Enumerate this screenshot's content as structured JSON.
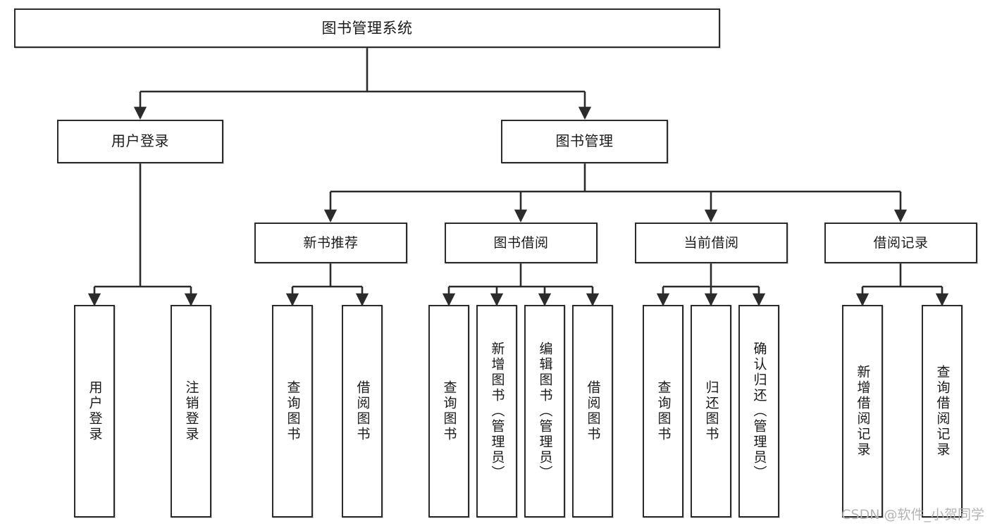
{
  "diagram": {
    "title": "图书管理系统",
    "type": "tree-hierarchy",
    "watermark": "CSDN @软件_小贺同学",
    "colors": {
      "box_border": "#2b2b2b",
      "box_fill": "#ffffff",
      "edge": "#2b2b2b",
      "text": "#1a1a1a",
      "watermark": "#b4b4b4"
    },
    "nodes": {
      "root": {
        "label": "图书管理系统"
      },
      "level1": [
        {
          "label": "用户登录"
        },
        {
          "label": "图书管理"
        }
      ],
      "level2": [
        {
          "label": "新书推荐"
        },
        {
          "label": "图书借阅"
        },
        {
          "label": "当前借阅"
        },
        {
          "label": "借阅记录"
        }
      ],
      "leaves": {
        "user_login": [
          {
            "label": "用户登录"
          },
          {
            "label": "注销登录"
          }
        ],
        "new_book_recommend": [
          {
            "label": "查询图书"
          },
          {
            "label": "借阅图书"
          }
        ],
        "book_borrow": [
          {
            "label": "查询图书"
          },
          {
            "label": "新增图书（管理员）"
          },
          {
            "label": "编辑图书（管理员）"
          },
          {
            "label": "借阅图书"
          }
        ],
        "current_borrow": [
          {
            "label": "查询图书"
          },
          {
            "label": "归还图书"
          },
          {
            "label": "确认归还（管理员）"
          }
        ],
        "borrow_record": [
          {
            "label": "新增借阅记录"
          },
          {
            "label": "查询借阅记录"
          }
        ]
      }
    }
  }
}
